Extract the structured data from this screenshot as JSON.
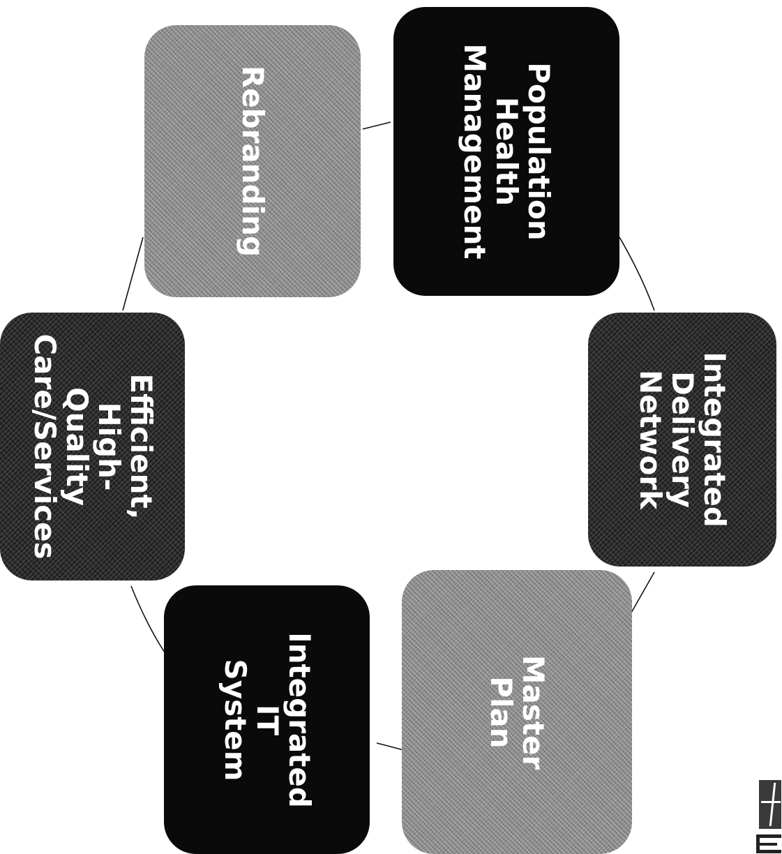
{
  "diagram": {
    "type": "cycle",
    "nodes": [
      {
        "id": "population-health-management",
        "label": "Population\nHealth\nManagement",
        "style": "dark"
      },
      {
        "id": "integrated-delivery-network",
        "label": "Integrated\nDelivery\nNetwork",
        "style": "texture-dark"
      },
      {
        "id": "master-plan",
        "label": "Master Plan",
        "style": "texture-light"
      },
      {
        "id": "integrated-it-system",
        "label": "Integrated IT\nSystem",
        "style": "dark"
      },
      {
        "id": "efficient-high-quality-care",
        "label": "Efficient, High-\nQuality\nCare/Services",
        "style": "texture-dark"
      },
      {
        "id": "rebranding",
        "label": "Rebranding",
        "style": "texture-light"
      }
    ],
    "edges": [
      [
        "population-health-management",
        "integrated-delivery-network"
      ],
      [
        "integrated-delivery-network",
        "master-plan"
      ],
      [
        "master-plan",
        "integrated-it-system"
      ],
      [
        "integrated-it-system",
        "efficient-high-quality-care"
      ],
      [
        "efficient-high-quality-care",
        "rebranding"
      ],
      [
        "rebranding",
        "population-health-management"
      ]
    ]
  },
  "logo": {
    "icon": "cross-logo-icon"
  }
}
